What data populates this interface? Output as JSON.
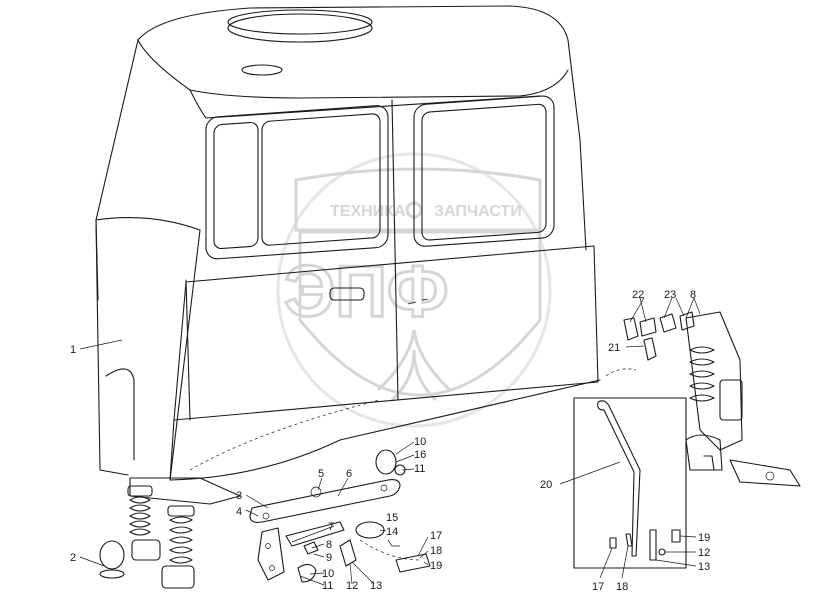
{
  "watermark": {
    "brand_left": "ТЕХНИКА",
    "brand_right": "ЗАПЧАСТИ",
    "monogram": "ЭПФ",
    "color": "#b0b4bb"
  },
  "callouts": {
    "c1": "1",
    "c2": "2",
    "c3": "3",
    "c4": "4",
    "c5": "5",
    "c6": "6",
    "c7": "7",
    "c8a": "8",
    "c8b": "8",
    "c9": "9",
    "c10a": "10",
    "c10b": "10",
    "c11a": "11",
    "c11b": "11",
    "c12a": "12",
    "c12b": "12",
    "c13a": "13",
    "c13b": "13",
    "c14": "14",
    "c15": "15",
    "c16": "16",
    "c17a": "17",
    "c17b": "17",
    "c18a": "18",
    "c18b": "18",
    "c19a": "19",
    "c19b": "19",
    "c20": "20",
    "c21": "21",
    "c22": "22",
    "c23": "23"
  }
}
